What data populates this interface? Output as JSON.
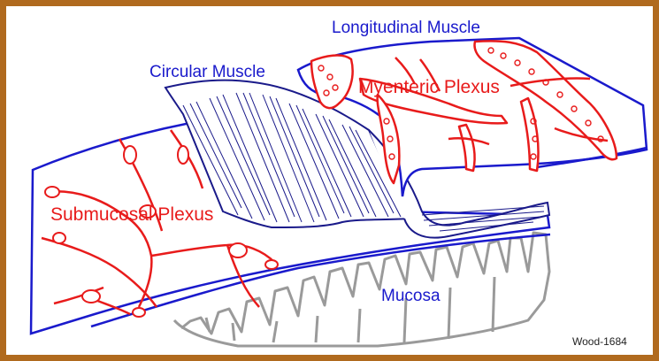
{
  "labels": {
    "longitudinal": "Longitudinal Muscle",
    "circular": "Circular Muscle",
    "myenteric": "Myenteric Plexus",
    "submucosal": "Submucosal Plexus",
    "mucosa": "Mucosa",
    "credit": "Wood-1684"
  },
  "colors": {
    "frame": "#b06a1e",
    "outline": "#1a1acc",
    "plexus": "#e81b1b",
    "mucosa": "#9a9a9a",
    "muscle_stroke": "#1a1a8a"
  }
}
